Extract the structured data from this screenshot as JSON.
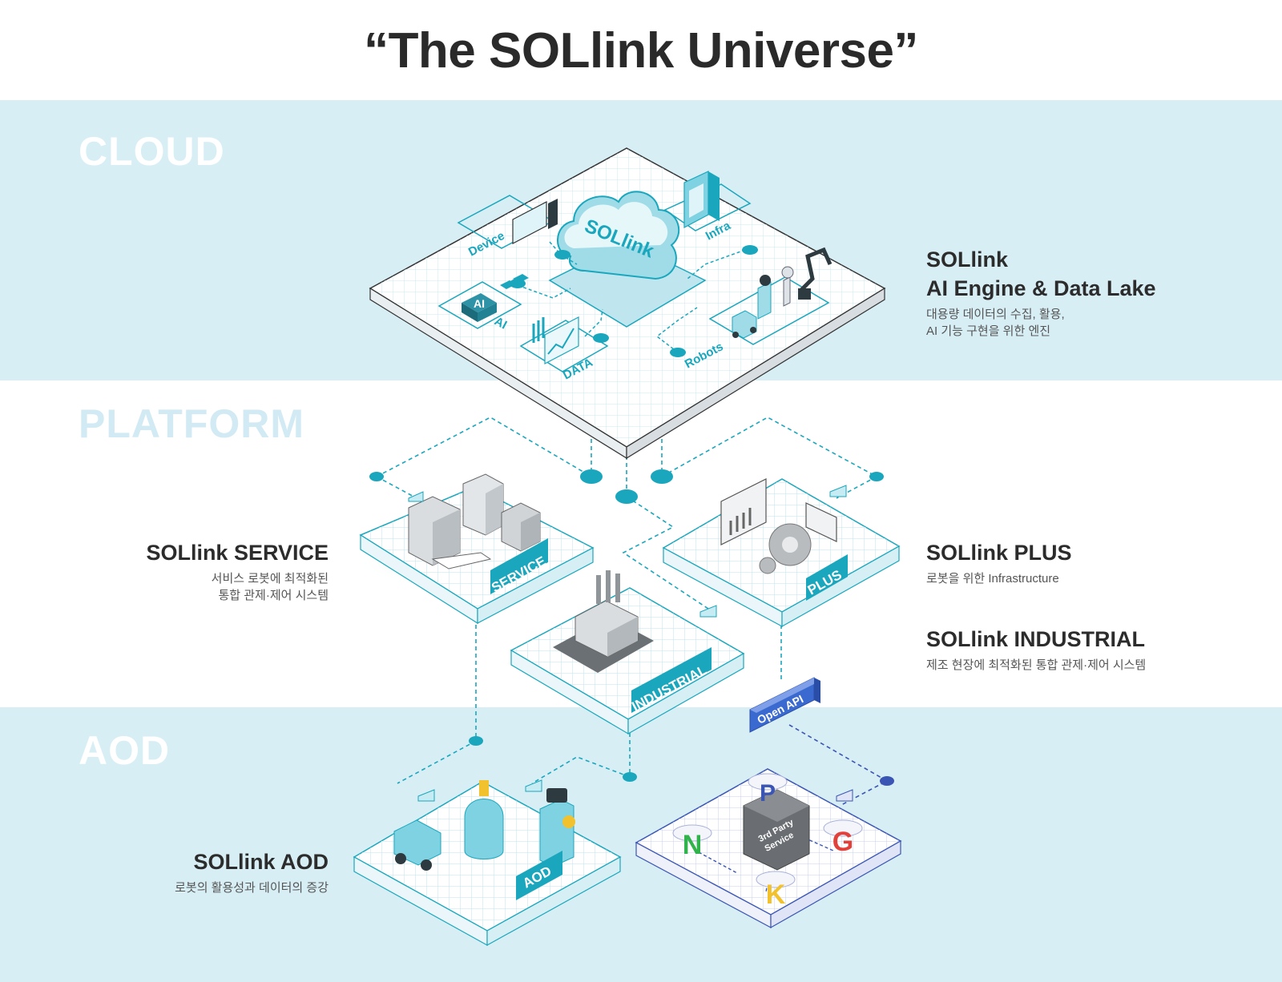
{
  "title": "“The SOLlink Universe”",
  "layers": {
    "cloud": "CLOUD",
    "platform": "PLATFORM",
    "aod": "AOD"
  },
  "descriptions": {
    "engine": {
      "title_line1": "SOLlink",
      "title_line2": "AI Engine & Data Lake",
      "sub_line1": "대용량 데이터의 수집, 활용,",
      "sub_line2": "AI 기능 구현을 위한 엔진"
    },
    "service": {
      "title": "SOLlink SERVICE",
      "sub_line1": "서비스 로봇에 최적화된",
      "sub_line2": "통합 관제·제어 시스템"
    },
    "plus": {
      "title": "SOLlink PLUS",
      "sub": "로봇을 위한 Infrastructure"
    },
    "industrial": {
      "title": "SOLlink INDUSTRIAL",
      "sub": "제조 현장에 최적화된 통합 관제·제어 시스템"
    },
    "aod": {
      "title": "SOLlink AOD",
      "sub": "로봇의 활용성과 데이터의 증강"
    }
  },
  "cloud_platform": {
    "center_logo": "SOLlink",
    "nodes": {
      "device": "Device",
      "infra": "Infra",
      "ai": "AI",
      "ai_chip": "AI",
      "data": "DATA",
      "robots": "Robots"
    }
  },
  "platform_tags": {
    "service": "SERVICE",
    "plus": "PLUS",
    "industrial": "INDUSTRIAL",
    "aod": "AOD",
    "open_api": "Open API",
    "third_party_line1": "3rd Party",
    "third_party_line2": "Service"
  },
  "third_party_letters": {
    "n": "N",
    "p": "P",
    "k": "K",
    "g": "G"
  },
  "colors": {
    "teal": "#1aa7bd",
    "teal_dark": "#0f8aa0",
    "navy": "#3a55b4",
    "band_blue": "#d8eef5",
    "text_dark": "#2c2c2c"
  }
}
